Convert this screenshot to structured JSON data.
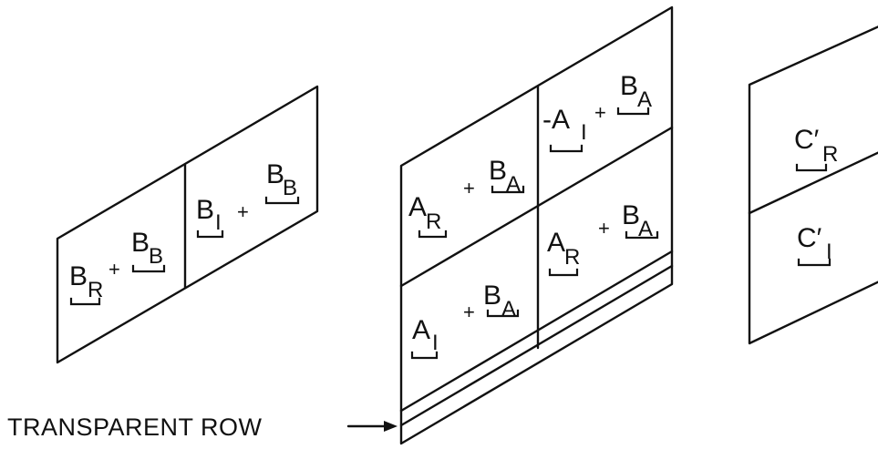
{
  "caption": "TRANSPARENT ROW",
  "panel_b": {
    "cell1": {
      "a_main": "B",
      "a_sub": "R",
      "op": "+",
      "b_main": "B",
      "b_sub": "B"
    },
    "cell2": {
      "a_main": "B",
      "a_sub": "I",
      "op": "+",
      "b_main": "B",
      "b_sub": "B"
    }
  },
  "panel_a": {
    "cell_tl": {
      "a_main": "A",
      "a_sub": "R",
      "op": "+",
      "b_main": "B",
      "b_sub": "A"
    },
    "cell_tr": {
      "a_main": "-A",
      "a_sub": "I",
      "op": "+",
      "b_main": "B",
      "b_sub": "A"
    },
    "cell_bl": {
      "a_main": "A",
      "a_sub": "I",
      "op": "+",
      "b_main": "B",
      "b_sub": "A"
    },
    "cell_br": {
      "a_main": "A",
      "a_sub": "R",
      "op": "+",
      "b_main": "B",
      "b_sub": "A"
    }
  },
  "panel_c": {
    "cell_top": {
      "main": "C′",
      "sub": "R"
    },
    "cell_bottom": {
      "main": "C′",
      "sub": "I"
    }
  }
}
